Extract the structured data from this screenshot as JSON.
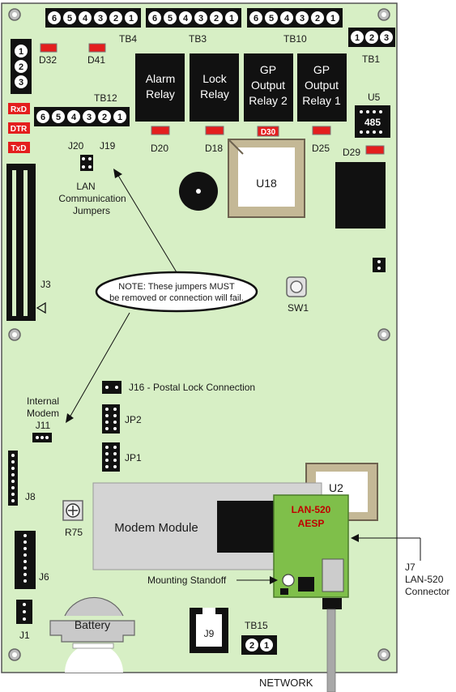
{
  "terminal_blocks": {
    "tb4": {
      "label": "TB4",
      "pins": [
        "6",
        "5",
        "4",
        "3",
        "2",
        "1"
      ]
    },
    "tb3": {
      "label": "TB3",
      "pins": [
        "6",
        "5",
        "4",
        "3",
        "2",
        "1"
      ]
    },
    "tb10": {
      "label": "TB10",
      "pins": [
        "6",
        "5",
        "4",
        "3",
        "2",
        "1"
      ]
    },
    "tb1": {
      "label": "TB1",
      "pins": [
        "1",
        "2",
        "3"
      ]
    },
    "tb12": {
      "label": "TB12",
      "pins": [
        "6",
        "5",
        "4",
        "3",
        "2",
        "1"
      ]
    },
    "tb15": {
      "label": "TB15",
      "pins": [
        "2",
        "1"
      ]
    },
    "left_block": {
      "pins": [
        "1",
        "2",
        "3"
      ]
    }
  },
  "relays": [
    {
      "line1": "Alarm",
      "line2": "Relay",
      "line3": ""
    },
    {
      "line1": "Lock",
      "line2": "Relay",
      "line3": ""
    },
    {
      "line1": "GP",
      "line2": "Output",
      "line3": "Relay 2"
    },
    {
      "line1": "GP",
      "line2": "Output",
      "line3": "Relay 1"
    }
  ],
  "leds": {
    "d32": "D32",
    "d41": "D41",
    "d20": "D20",
    "d18": "D18",
    "d30": "D30",
    "d25": "D25",
    "d29": "D29"
  },
  "indicators": {
    "rxd": "RxD",
    "dtr": "DTR",
    "txd": "TxD"
  },
  "chips": {
    "u5_label": "U5",
    "u5_text": "485",
    "u18": "U18",
    "u2": "U2"
  },
  "jumpers": {
    "j20": "J20",
    "j19": "J19",
    "lan_jumpers": [
      "LAN",
      "Communication",
      "Jumpers"
    ],
    "j16": "J16 - Postal Lock Connection",
    "internal_modem": [
      "Internal",
      "Modem",
      "J11"
    ],
    "jp2": "JP2",
    "jp1": "JP1"
  },
  "note": [
    "NOTE: These jumpers MUST",
    "be removed or connection will fail."
  ],
  "connectors": {
    "j3": "J3",
    "sw1": "SW1",
    "j8": "J8",
    "r75": "R75",
    "j6": "J6",
    "j1": "J1",
    "j9": "J9"
  },
  "modem_module": "Modem Module",
  "lan_module": {
    "line1": "LAN-520",
    "line2": "AESP"
  },
  "mounting_standoff": "Mounting Standoff",
  "j7_callout": [
    "J7",
    "LAN-520",
    "Connector"
  ],
  "battery": "Battery",
  "network": "NETWORK",
  "colors": {
    "board": "#d7efc5",
    "relay": "#111111",
    "led": "#e41e1e",
    "lan": "#7fbf4a"
  }
}
